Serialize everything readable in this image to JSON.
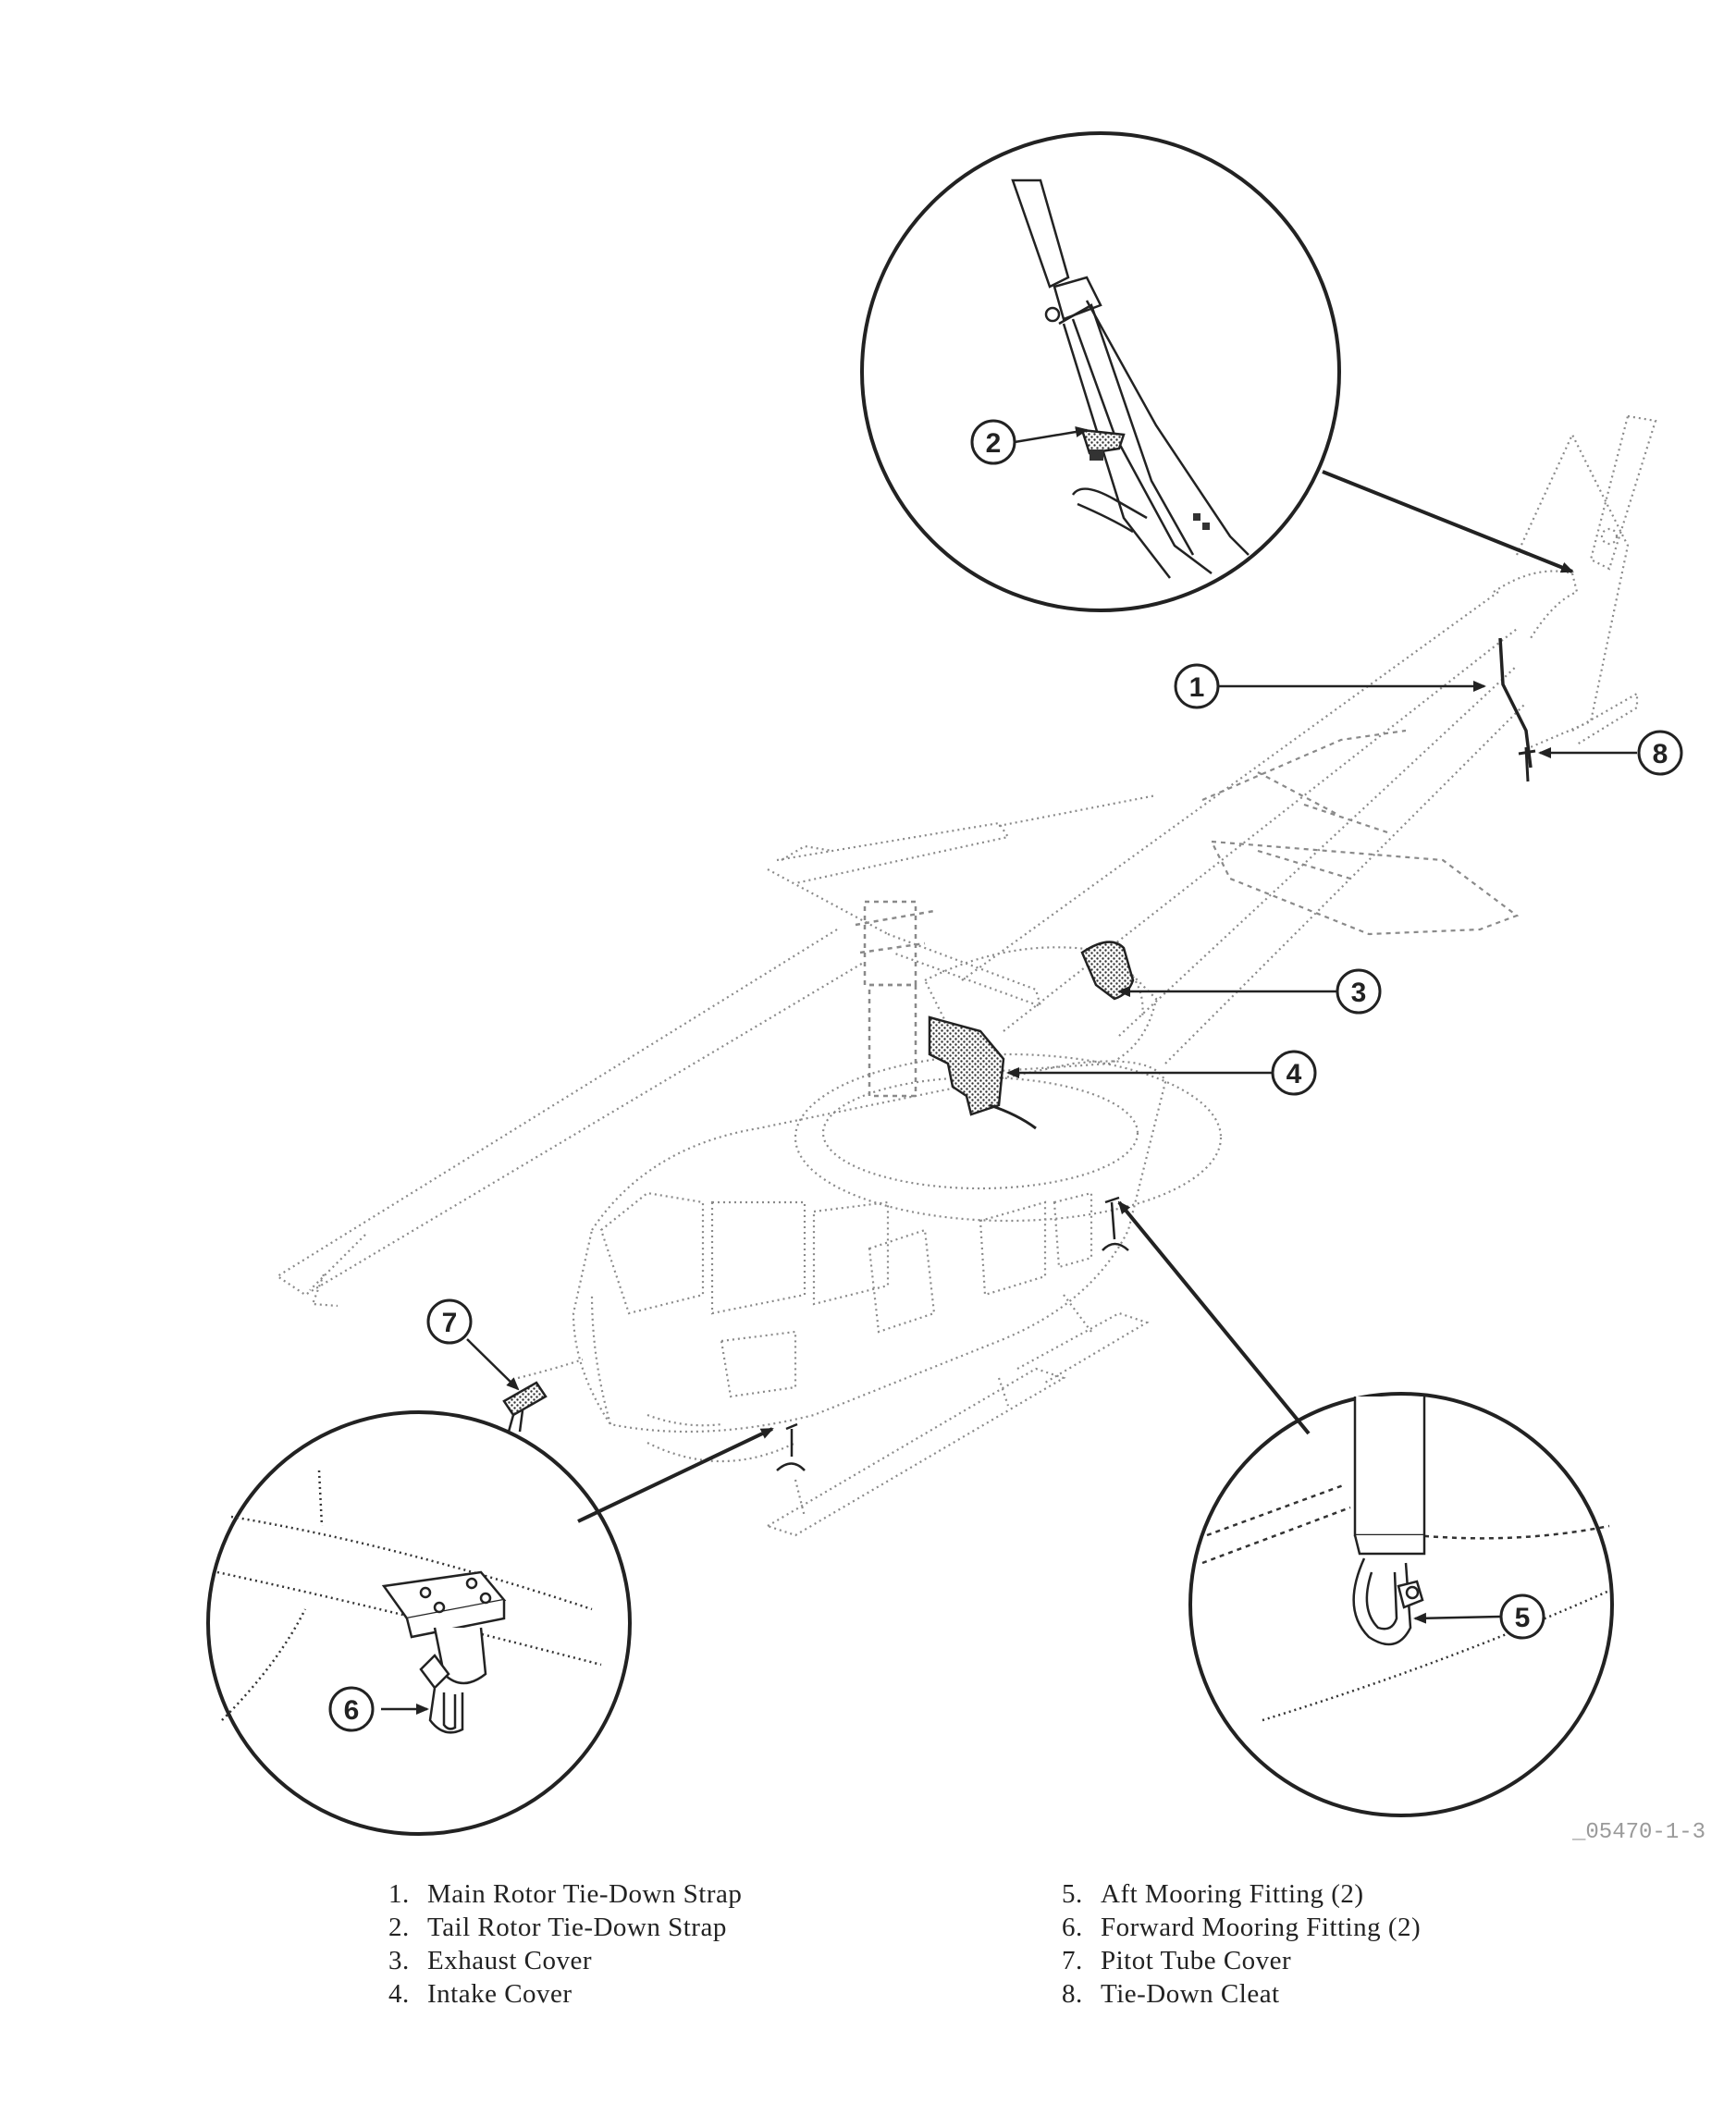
{
  "figure_id": "_05470-1-3",
  "callouts": [
    {
      "number": "1",
      "label": "Main Rotor Tie-Down Strap"
    },
    {
      "number": "2",
      "label": "Tail Rotor Tie-Down Strap"
    },
    {
      "number": "3",
      "label": "Exhaust Cover"
    },
    {
      "number": "4",
      "label": "Intake Cover"
    },
    {
      "number": "5",
      "label": "Aft Mooring Fitting (2)"
    },
    {
      "number": "6",
      "label": "Forward Mooring Fitting (2)"
    },
    {
      "number": "7",
      "label": "Pitot Tube Cover"
    },
    {
      "number": "8",
      "label": "Tie-Down Cleat"
    }
  ],
  "legend_left": [
    {
      "num": "1.",
      "text": "Main Rotor Tie-Down Strap"
    },
    {
      "num": "2.",
      "text": "Tail Rotor Tie-Down Strap"
    },
    {
      "num": "3.",
      "text": "Exhaust Cover"
    },
    {
      "num": "4.",
      "text": "Intake Cover"
    }
  ],
  "legend_right": [
    {
      "num": "5.",
      "text": "Aft Mooring Fitting (2)"
    },
    {
      "num": "6.",
      "text": "Forward Mooring Fitting (2)"
    },
    {
      "num": "7.",
      "text": "Pitot Tube Cover"
    },
    {
      "num": "8.",
      "text": "Tie-Down Cleat"
    }
  ],
  "colors": {
    "ink": "#222222",
    "faint_line": "#8a8a8a",
    "shading": "#555555"
  }
}
